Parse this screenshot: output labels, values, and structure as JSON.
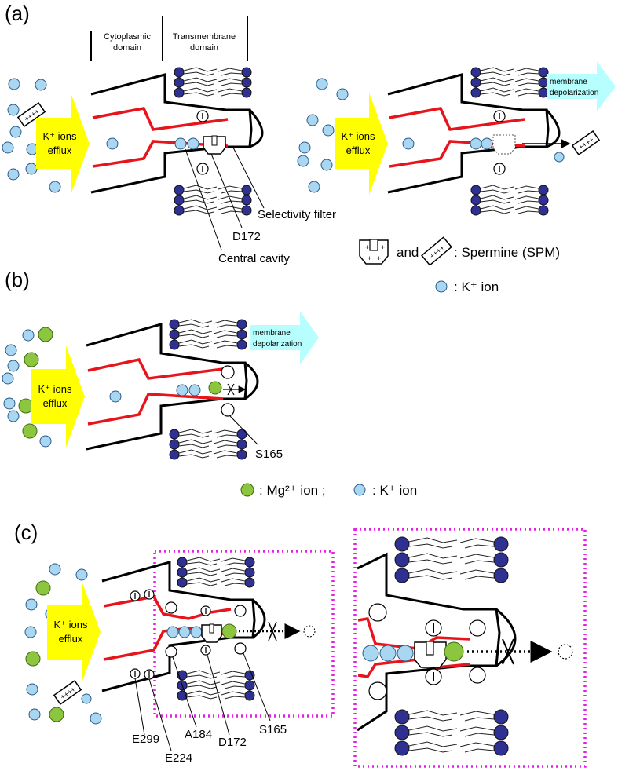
{
  "panels": {
    "a": "(a)",
    "b": "(b)",
    "c": "(c)"
  },
  "domains": {
    "cytoplasmic": [
      "Cytoplasmic",
      "domain"
    ],
    "transmembrane": [
      "Transmembrane",
      "domain"
    ]
  },
  "efflux_label": [
    "K⁺ ions",
    "efflux"
  ],
  "depolarization_label": [
    "membrane",
    "depolarization"
  ],
  "panel_a_labels": {
    "selectivity_filter": "Selectivity filter",
    "d172": "D172",
    "central_cavity": "Central cavity"
  },
  "legend_a": {
    "and": "and",
    "spermine": ": Spermine (SPM)",
    "k_ion": ": K⁺ ion"
  },
  "panel_b_labels": {
    "s165": "S165"
  },
  "legend_b": {
    "mg_ion": ": Mg²⁺ ion ;",
    "k_ion": ": K⁺ ion"
  },
  "panel_c_labels": {
    "e299": "E299",
    "e224": "E224",
    "a184": "A184",
    "d172": "D172",
    "s165": "S165"
  },
  "colors": {
    "k_ion": "#a9d7f2",
    "mg_ion": "#8cc63e",
    "efflux_arrow": "#ffff00",
    "depolarization_arrow": "#b7ffff",
    "red_line": "#e8141b",
    "lipid_head": "#2e3192",
    "zoom_box": "#e61ee6"
  }
}
